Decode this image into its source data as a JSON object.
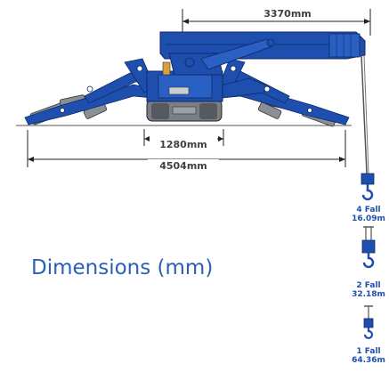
{
  "dimensions": {
    "boom_length": "3370mm",
    "track_width": "1280mm",
    "outrigger_span": "4504mm"
  },
  "heading": "Dimensions (mm)",
  "hook_configs": [
    {
      "falls": "4 Fall",
      "load": "16.09m"
    },
    {
      "falls": "2 Fall",
      "load": "32.18m"
    },
    {
      "falls": "1 Fall",
      "load": "64.36m"
    }
  ],
  "colors": {
    "machine": "#1f4fae",
    "machine_dark": "#143a85",
    "outrigger_pads": "#8a8f96",
    "tracks": "#7a7f86",
    "dimension_lines": "#222222",
    "heading": "#2a5fb8"
  }
}
